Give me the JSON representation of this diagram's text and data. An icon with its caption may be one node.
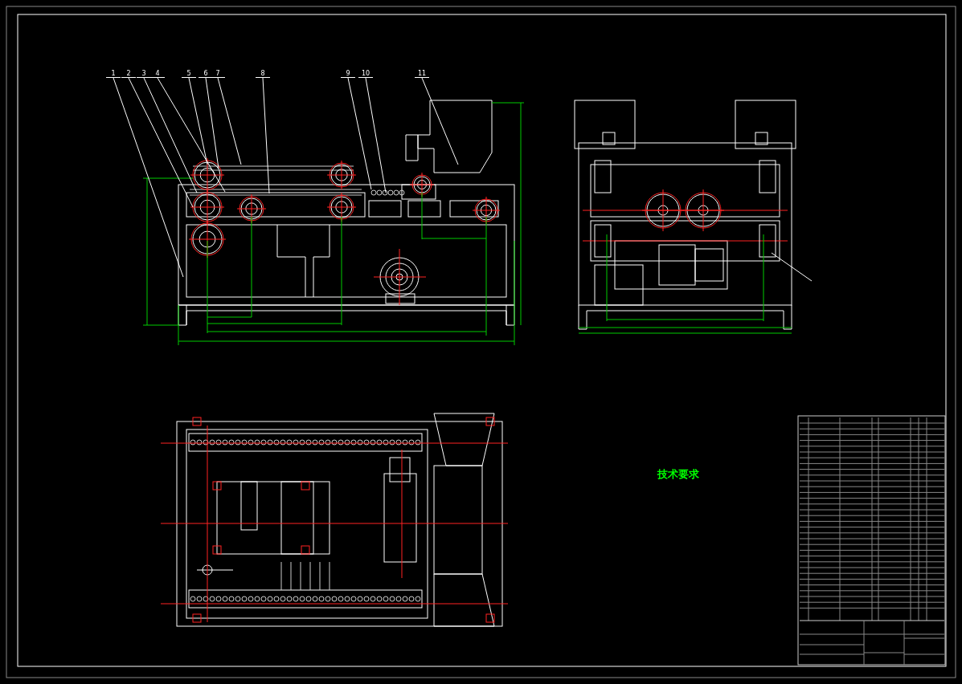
{
  "diagram": {
    "nodes": [
      {
        "text": [
          "1"
        ]
      },
      {
        "text": [
          "2"
        ]
      },
      {
        "text": [
          "3"
        ]
      },
      {
        "text": [
          "4"
        ]
      },
      {
        "text": [
          "5"
        ]
      },
      {
        "text": [
          "6"
        ]
      },
      {
        "text": [
          "7"
        ]
      },
      {
        "text": [
          "8"
        ]
      },
      {
        "text": [
          "9"
        ]
      },
      {
        "text": [
          "10"
        ]
      },
      {
        "text": [
          "11"
        ]
      }
    ],
    "edges": [
      {
        "from": 0,
        "to": null,
        "arrow": "none"
      },
      {
        "from": 1,
        "to": null,
        "arrow": "none"
      },
      {
        "from": 2,
        "to": null,
        "arrow": "none"
      },
      {
        "from": 3,
        "to": null,
        "arrow": "none"
      },
      {
        "from": 4,
        "to": null,
        "arrow": "none"
      },
      {
        "from": 5,
        "to": null,
        "arrow": "none"
      },
      {
        "from": 6,
        "to": null,
        "arrow": "none"
      },
      {
        "from": 7,
        "to": null,
        "arrow": "none"
      },
      {
        "from": 8,
        "to": null,
        "arrow": "none"
      },
      {
        "from": 9,
        "to": null,
        "arrow": "none"
      },
      {
        "from": 10,
        "to": null,
        "arrow": "none"
      }
    ],
    "labels": [
      "技术要求"
    ]
  }
}
